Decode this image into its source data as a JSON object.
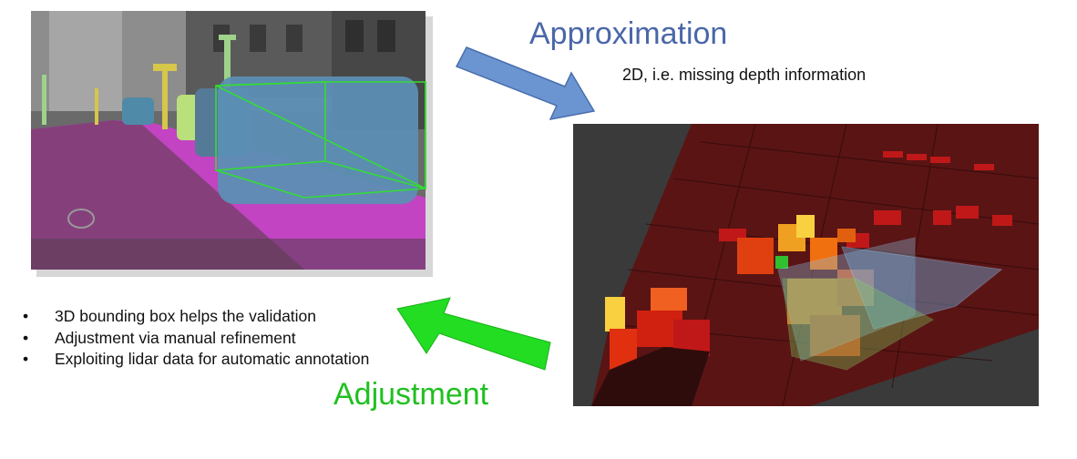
{
  "approximation": {
    "title": "Approximation",
    "note": "2D, i.e. missing depth information"
  },
  "adjustment": {
    "title": "Adjustment"
  },
  "bullets": [
    "3D bounding box helps the validation",
    "Adjustment via manual refinement",
    "Exploiting lidar data for automatic annotation"
  ],
  "colors": {
    "approximation_arrow": "#6b95d1",
    "adjustment_arrow": "#22dd22",
    "approximation_text": "#4a67a8",
    "adjustment_text": "#20c020",
    "segmentation_road": "#cc40cc",
    "bounding_box": "#33dd33"
  },
  "icons": {
    "approximation_arrow": "arrow-down-right-icon",
    "adjustment_arrow": "arrow-up-left-icon"
  }
}
